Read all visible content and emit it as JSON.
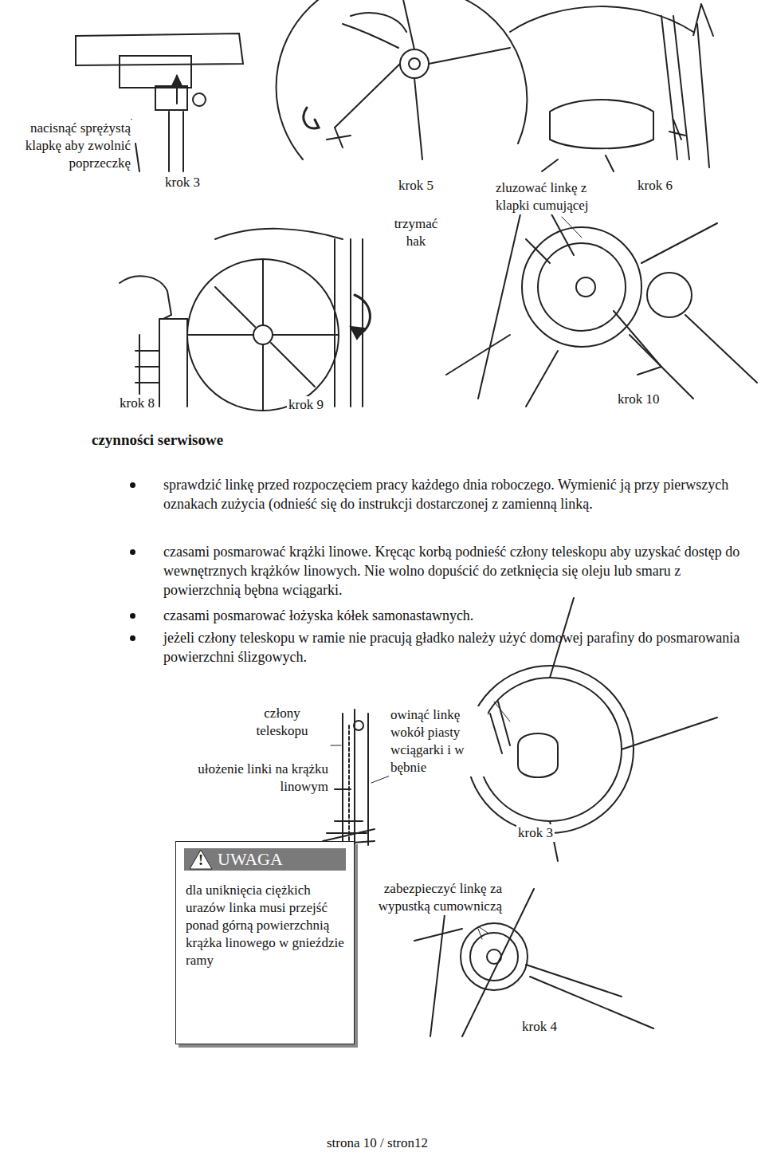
{
  "diagram": {
    "title": "czynności serwisowe",
    "nodes": [
      {
        "text": [
          "!",
          "UWAGA",
          "dla uniknięcia ciężkich urazów linka musi przejść ponad górną powierzchnią krążka linowego w gnieździe ramy"
        ]
      }
    ],
    "labels": [
      "nacisnąć sprężystą klapkę aby zwolnić poprzeczkę",
      "krok 3",
      "krok 5",
      "zluzować linkę z klapki cumującej",
      "krok 6",
      "trzymać hak",
      "krok 8",
      "krok 9",
      "krok 10",
      "sprawdzić linkę przed rozpoczęciem pracy każdego dnia roboczego. Wymienić ją przy pierwszych oznakach zużycia (odnieść się do instrukcji dostarczonej z zamienną linką.",
      "czasami posmarować krążki linowe. Kręcąc korbą podnieść człony teleskopu aby uzyskać dostęp do wewnętrznych krążków linowych. Nie wolno dopuścić do zetknięcia się oleju lub smaru z powierzchnią bębna wciągarki.",
      "czasami posmarować łożyska kółek samonastawnych.",
      "jeżeli człony teleskopu w ramie nie pracują gładko należy użyć domowej parafiny do posmarowania powierzchni ślizgowych.",
      "człony teleskopu",
      "ułożenie linki na krążku linowym",
      "owinąć linkę wokół piasty wciągarki i w bębnie",
      "krok 3",
      "zabezpieczyć linkę za wypustką cumowniczą",
      "krok 4",
      "strona 10 / stron12"
    ]
  }
}
